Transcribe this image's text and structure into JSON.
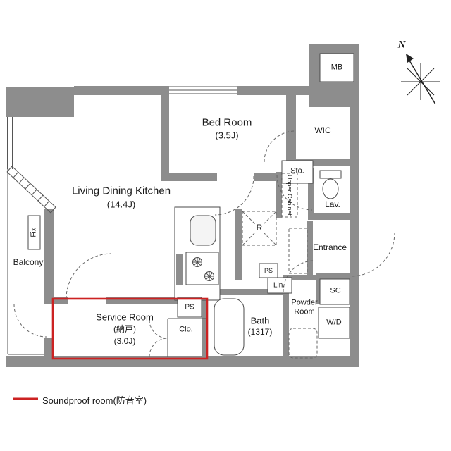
{
  "rooms": {
    "bedroom": {
      "name": "Bed Room",
      "size": "(3.5J)"
    },
    "ldk": {
      "name": "Living Dining Kitchen",
      "size": "(14.4J)"
    },
    "service": {
      "name": "Service Room",
      "kanji": "(納戸)",
      "size": "(3.0J)"
    },
    "bath": {
      "name": "Bath",
      "size": "(1317)"
    },
    "powder": {
      "line1": "Powder",
      "line2": "Room"
    },
    "wic": "WIC",
    "mb": "MB",
    "wd": "W/D",
    "entrance": "Entrance",
    "sc": "SC",
    "lav": "Lav.",
    "sto": "Sto.",
    "upper_cabinet": "Upper Cabinet",
    "lin": "Lin.",
    "ps_hall": "PS",
    "ps_service": "PS",
    "clo": "Clo.",
    "fridge": "R",
    "fix": "Fix",
    "balcony": "Balcony"
  },
  "compass": {
    "north": "N"
  },
  "legend": {
    "soundproof": "Soundproof room(防音室)"
  },
  "colors": {
    "wall": "#8d8d8d",
    "soundproof_outline": "#cc2222",
    "line": "#555555",
    "background": "#ffffff"
  }
}
